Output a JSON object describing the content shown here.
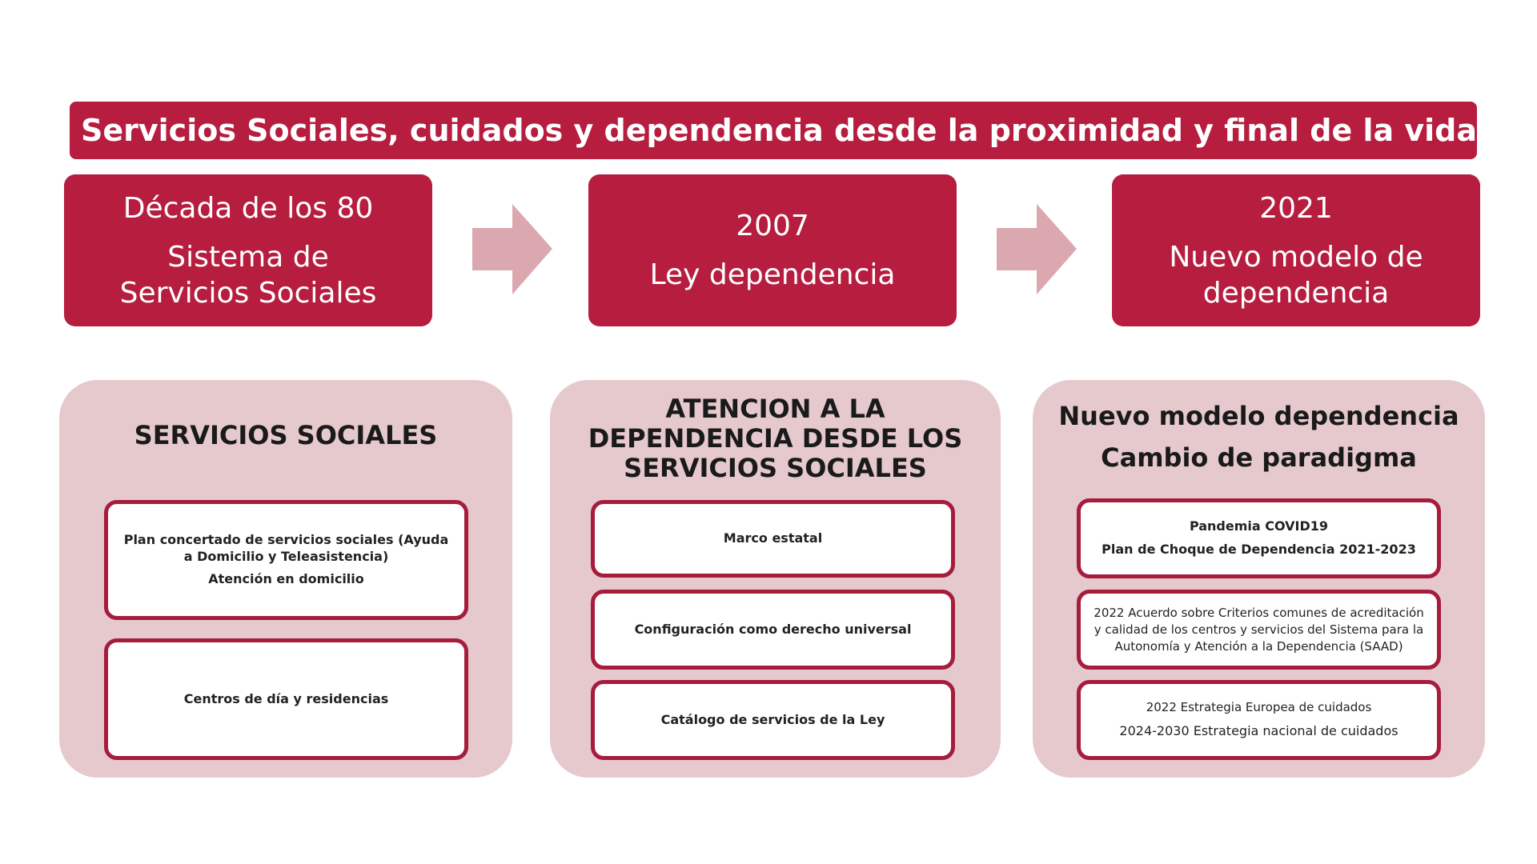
{
  "title": "Servicios Sociales, cuidados y dependencia desde la proximidad y final de la vida",
  "colors": {
    "accent": "#b61d3f",
    "panel": "#e6c9cd",
    "arrow": "#dba8b0"
  },
  "stages": [
    {
      "line1": "Década de los 80",
      "line2": "Sistema de Servicios Sociales"
    },
    {
      "line1": "2007",
      "line2": "Ley dependencia"
    },
    {
      "line1": "2021",
      "line2": "Nuevo modelo de dependencia"
    }
  ],
  "arrows": [
    "arrow-right-icon",
    "arrow-right-icon"
  ],
  "panels": [
    {
      "heading": "SERVICIOS SOCIALES",
      "boxes": [
        {
          "line1": "Plan concertado de servicios sociales (Ayuda a Domicilio y Teleasistencia)",
          "line2": "Atención en domicilio"
        },
        {
          "line1": "Centros de día y residencias"
        }
      ]
    },
    {
      "heading": "ATENCION A LA DEPENDENCIA DESDE LOS SERVICIOS SOCIALES",
      "boxes": [
        {
          "line1": "Marco estatal"
        },
        {
          "line1": "Configuración como derecho universal"
        },
        {
          "line1": "Catálogo de servicios de la Ley"
        }
      ]
    },
    {
      "heading_line1": "Nuevo modelo dependencia",
      "heading_line2": "Cambio de paradigma",
      "boxes": [
        {
          "line1": "Pandemia COVID19",
          "line2": "Plan de Choque de Dependencia 2021-2023"
        },
        {
          "line1": "2022 Acuerdo sobre Criterios comunes de acreditación y calidad de los centros y servicios del Sistema para la Autonomía y Atención a la Dependencia (SAAD)"
        },
        {
          "line1": "2022 Estrategia Europea de cuidados",
          "line2": "2024-2030 Estrategia nacional de cuidados"
        }
      ]
    }
  ]
}
